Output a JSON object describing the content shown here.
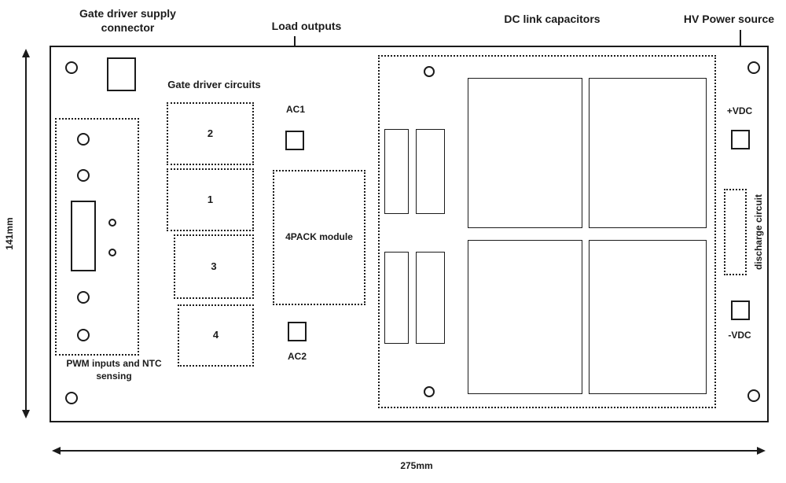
{
  "labels": {
    "gate_driver_supply_connector": "Gate driver supply connector",
    "load_outputs": "Load outputs",
    "dc_link_capacitors": "DC link capacitors",
    "hv_power_source": "HV Power source",
    "gate_driver_circuits": "Gate driver circuits",
    "pwm_inputs": "PWM inputs and NTC sensing",
    "fourpack_module": "4PACK module",
    "ac1": "AC1",
    "ac2": "AC2",
    "vdc_plus": "+VDC",
    "vdc_minus": "-VDC",
    "discharge_circuit": "discharge circuit"
  },
  "gate_driver_boxes": [
    "2",
    "1",
    "3",
    "4"
  ],
  "dimensions": {
    "board_height": "141mm",
    "board_width": "275mm"
  }
}
